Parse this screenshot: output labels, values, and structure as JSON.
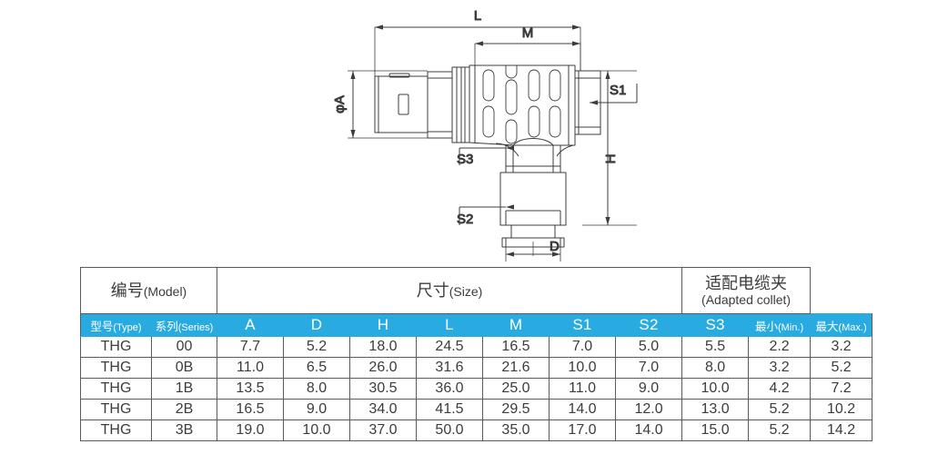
{
  "drawing": {
    "title": "right-angle-connector-dimension-drawing",
    "dimension_labels": {
      "L": "L",
      "M": "M",
      "phiA": "φA",
      "H": "H",
      "D": "D",
      "S1": "S1",
      "S2": "S2",
      "S3": "S3"
    }
  },
  "table": {
    "groups": [
      {
        "cn": "编号",
        "en": "(Model)",
        "span": 2,
        "stacked": false
      },
      {
        "cn": "尺寸",
        "en": "(Size)",
        "span": 7,
        "stacked": false
      },
      {
        "cn": "适配电缆夹",
        "en": "(Adapted collet)",
        "span": 2,
        "stacked": true
      }
    ],
    "columns": [
      {
        "cn": "型号",
        "en": "(Type)",
        "small": true
      },
      {
        "cn": "系列",
        "en": "(Series)",
        "small": true
      },
      {
        "cn": "A",
        "en": "",
        "small": false
      },
      {
        "cn": "D",
        "en": "",
        "small": false
      },
      {
        "cn": "H",
        "en": "",
        "small": false
      },
      {
        "cn": "L",
        "en": "",
        "small": false
      },
      {
        "cn": "M",
        "en": "",
        "small": false
      },
      {
        "cn": "S1",
        "en": "",
        "small": false
      },
      {
        "cn": "S2",
        "en": "",
        "small": false
      },
      {
        "cn": "S3",
        "en": "",
        "small": false
      },
      {
        "cn": "最小",
        "en": "(Min.)",
        "small": true
      },
      {
        "cn": "最大",
        "en": "(Max.)",
        "small": true
      }
    ],
    "rows": [
      [
        "THG",
        "00",
        "7.7",
        "5.2",
        "18.0",
        "24.5",
        "16.5",
        "7.0",
        "5.0",
        "5.5",
        "2.2",
        "3.2"
      ],
      [
        "THG",
        "0B",
        "11.0",
        "6.5",
        "26.0",
        "31.6",
        "21.6",
        "10.0",
        "7.0",
        "8.0",
        "3.2",
        "5.2"
      ],
      [
        "THG",
        "1B",
        "13.5",
        "8.0",
        "30.5",
        "36.0",
        "25.0",
        "11.0",
        "9.0",
        "10.0",
        "4.2",
        "7.2"
      ],
      [
        "THG",
        "2B",
        "16.5",
        "9.0",
        "34.0",
        "41.5",
        "29.5",
        "14.0",
        "12.0",
        "13.0",
        "5.2",
        "10.2"
      ],
      [
        "THG",
        "3B",
        "19.0",
        "10.0",
        "37.0",
        "50.0",
        "35.0",
        "17.0",
        "14.0",
        "15.0",
        "5.2",
        "14.2"
      ]
    ]
  },
  "colors": {
    "header_blue": "#29abe2",
    "line": "#3c3c3c",
    "border": "#5a5a5a",
    "text": "#3c3c3c"
  }
}
